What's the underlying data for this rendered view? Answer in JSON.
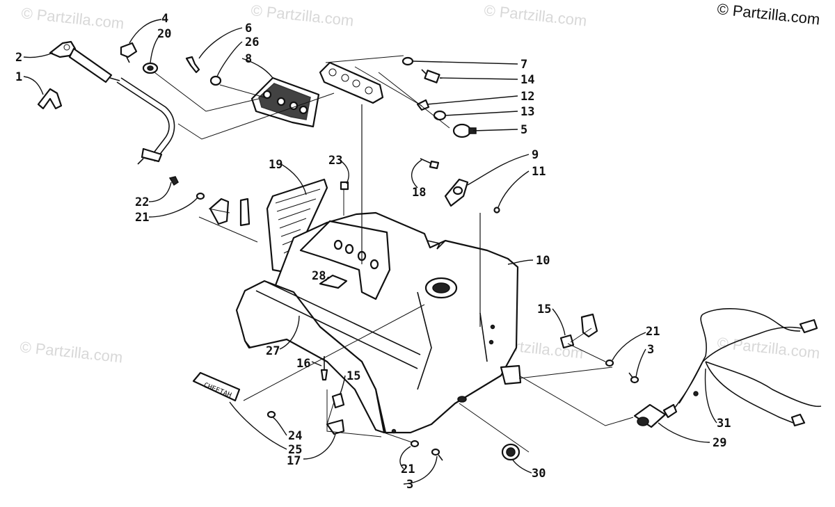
{
  "watermarks": [
    "© Partzilla.com",
    "© Partzilla.com",
    "© Partzilla.com",
    "© Partzilla.com",
    "© Partzilla.com",
    "© Partzilla.com"
  ],
  "copyright": "© Partzilla.com",
  "badge_text": "CHEETAH",
  "callouts": [
    {
      "id": "1",
      "label": "1"
    },
    {
      "id": "2",
      "label": "2"
    },
    {
      "id": "3a",
      "label": "3"
    },
    {
      "id": "3b",
      "label": "3"
    },
    {
      "id": "4",
      "label": "4"
    },
    {
      "id": "5",
      "label": "5"
    },
    {
      "id": "6",
      "label": "6"
    },
    {
      "id": "7",
      "label": "7"
    },
    {
      "id": "8",
      "label": "8"
    },
    {
      "id": "9",
      "label": "9"
    },
    {
      "id": "10",
      "label": "10"
    },
    {
      "id": "11",
      "label": "11"
    },
    {
      "id": "12",
      "label": "12"
    },
    {
      "id": "13",
      "label": "13"
    },
    {
      "id": "14",
      "label": "14"
    },
    {
      "id": "15a",
      "label": "15"
    },
    {
      "id": "15b",
      "label": "15"
    },
    {
      "id": "16",
      "label": "16"
    },
    {
      "id": "17",
      "label": "17"
    },
    {
      "id": "18",
      "label": "18"
    },
    {
      "id": "19",
      "label": "19"
    },
    {
      "id": "20",
      "label": "20"
    },
    {
      "id": "21a",
      "label": "21"
    },
    {
      "id": "21b",
      "label": "21"
    },
    {
      "id": "21c",
      "label": "21"
    },
    {
      "id": "22",
      "label": "22"
    },
    {
      "id": "23",
      "label": "23"
    },
    {
      "id": "24",
      "label": "24"
    },
    {
      "id": "25",
      "label": "25"
    },
    {
      "id": "26",
      "label": "26"
    },
    {
      "id": "27",
      "label": "27"
    },
    {
      "id": "28",
      "label": "28"
    },
    {
      "id": "29",
      "label": "29"
    },
    {
      "id": "30",
      "label": "30"
    },
    {
      "id": "31",
      "label": "31"
    }
  ]
}
